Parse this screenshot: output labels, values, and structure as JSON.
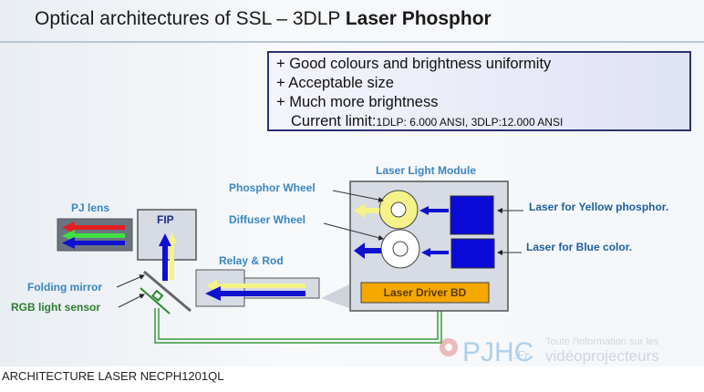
{
  "slide": {
    "title_regular": "Optical architectures of SSL – 3DLP ",
    "title_bold": "Laser Phosphor",
    "benefits": [
      "+ Good colours and brightness uniformity",
      "+ Acceptable size",
      "+ Much more brightness"
    ],
    "current_limit_label": "Current limit:",
    "current_limit_value": "1DLP: 6.000 ANSI, 3DLP:12.000 ANSI"
  },
  "diagram": {
    "pj_lens": "PJ lens",
    "fip": "FIP",
    "relay_rod": "Relay & Rod",
    "laser_light_module": "Laser Light Module",
    "phosphor_wheel": "Phosphor Wheel",
    "diffuser_wheel": "Diffuser Wheel",
    "laser_yellow": "Laser for Yellow phosphor.",
    "laser_blue": "Laser for Blue color.",
    "laser_driver": "Laser Driver BD",
    "folding_mirror": "Folding mirror",
    "rgb_sensor": "RGB light sensor"
  },
  "watermark": {
    "brand": "PJHC",
    "suffix": ".Fr",
    "tagline_1": "Toute l'information sur les",
    "tagline_2": "vidéoprojecteurs"
  },
  "colors": {
    "label_blue": "#3a86c0",
    "label_green": "#2e7d32",
    "laser_blue": "#1010d0",
    "phosphor_yellow": "#f5f28a",
    "driver_orange": "#f5a800",
    "frame_navy": "#2c3170"
  },
  "caption": "ARCHITECTURE LASER NECPH1201QL"
}
